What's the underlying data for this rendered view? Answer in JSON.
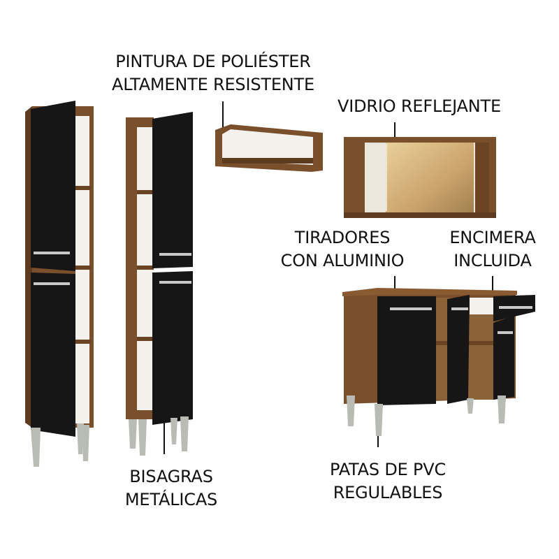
{
  "labels": {
    "paint": {
      "line1": "PINTURA DE POLIÉSTER",
      "line2": "ALTAMENTE RESISTENTE"
    },
    "glass": {
      "line1": "VIDRIO REFLEJANTE"
    },
    "handles": {
      "line1": "TIRADORES",
      "line2": "CON ALUMINIO"
    },
    "countertop": {
      "line1": "ENCIMERA",
      "line2": "INCLUIDA"
    },
    "hinges": {
      "line1": "BISAGRAS",
      "line2": "METÁLICAS"
    },
    "legs": {
      "line1": "PATAS DE PVC",
      "line2": "REGULABLES"
    }
  },
  "colors": {
    "wood": "#7a4f2c",
    "wood_dark": "#5e3b1f",
    "door": "#161616",
    "interior": "#f3f1ec",
    "leg": "#b9bcb5",
    "glass": "#d9b77a"
  }
}
